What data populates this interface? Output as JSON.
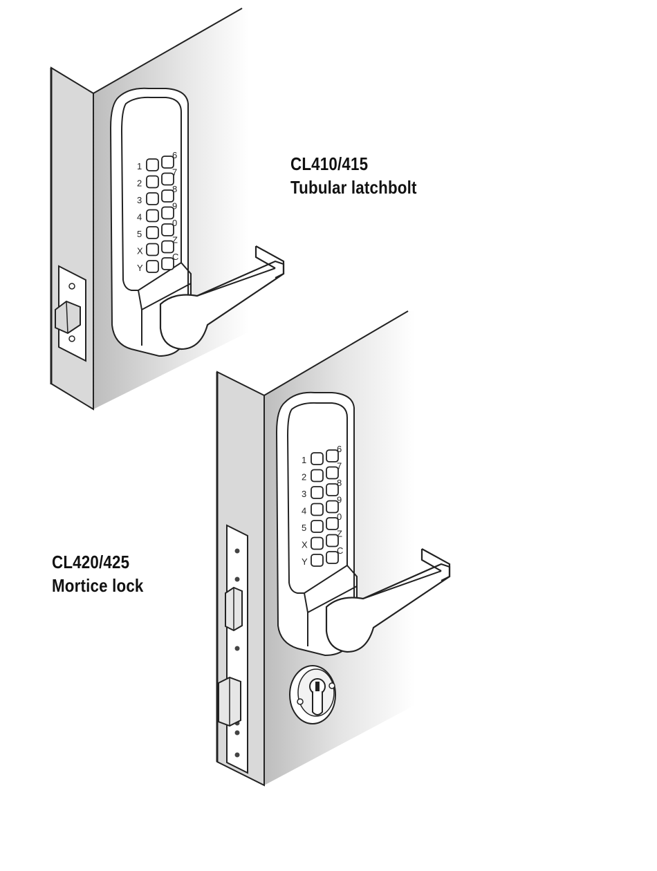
{
  "products": [
    {
      "model": "CL410/415",
      "description": "Tubular latchbolt",
      "keypad": {
        "left": [
          "1",
          "2",
          "3",
          "4",
          "5",
          "X",
          "Y"
        ],
        "right": [
          "6",
          "7",
          "8",
          "9",
          "0",
          "Z",
          "C"
        ]
      }
    },
    {
      "model": "CL420/425",
      "description": "Mortice lock",
      "keypad": {
        "left": [
          "1",
          "2",
          "3",
          "4",
          "5",
          "X",
          "Y"
        ],
        "right": [
          "6",
          "7",
          "8",
          "9",
          "0",
          "Z",
          "C"
        ]
      }
    }
  ],
  "colors": {
    "line": "#222222",
    "wall_shade": "#c8c8c8",
    "door_edge": "#dcdcdc",
    "paper": "#ffffff"
  }
}
